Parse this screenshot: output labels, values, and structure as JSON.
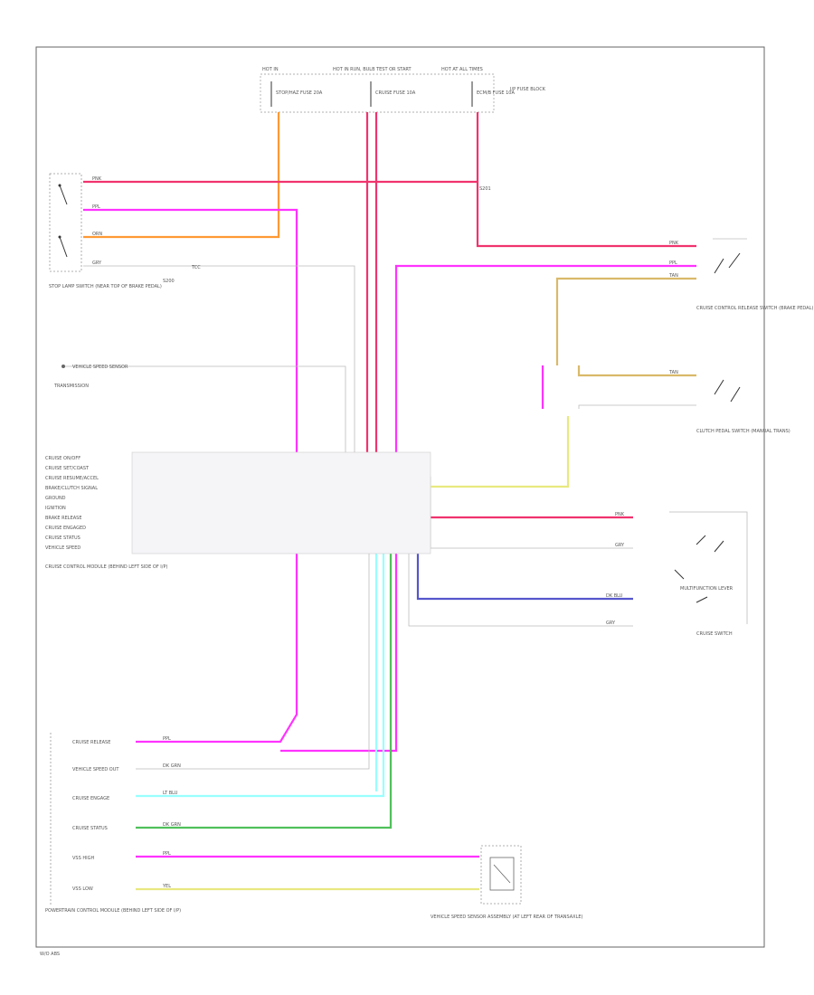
{
  "colors": {
    "red": "#f0336e",
    "pink": "#ff33ff",
    "orange": "#ff9933",
    "tan": "#d9b96a",
    "green": "#4fc05a",
    "cyan": "#99ffff",
    "blue": "#5555cc",
    "gray": "#999999",
    "yellow": "#e8e880",
    "frame": "#666666"
  },
  "labels": {
    "fuse_hdr": "HOT IN",
    "fuse_a_hdr": "HOT IN RUN, BULB TEST OR START",
    "fuse_b_hdr": "HOT AT ALL TIMES",
    "fuse_1": "STOP/HAZ FUSE 20A",
    "fuse_2": "CRUISE FUSE 10A",
    "fuse_3": "ECM/B FUSE 10A",
    "fuse_box": "I/P FUSE BLOCK",
    "stoplamp_switch": "STOP LAMP SWITCH (NEAR TOP OF BRAKE PEDAL)",
    "splice_1": "S200",
    "tcc_label": "TCC",
    "splice_label": "S201",
    "vss_label": "VEHICLE SPEED SENSOR",
    "vss_note": "TRANSMISSION",
    "module_label": "CRUISE CONTROL MODULE (BEHIND LEFT SIDE OF I/P)",
    "release_switch": "CRUISE CONTROL RELEASE SWITCH (BRAKE PEDAL)",
    "clutch_switch": "CLUTCH PEDAL SWITCH (MANUAL TRANS)",
    "cruise_switch": "CRUISE SWITCH",
    "multi_note": "MULTIFUNCTION LEVER",
    "ptm_label": "POWERTRAIN CONTROL MODULE (BEHIND LEFT SIDE OF I/P)",
    "servo_label": "VEHICLE SPEED SENSOR ASSEMBLY (AT LEFT REAR OF TRANSAXLE)",
    "footer": "W/O ABS"
  },
  "module_pins": [
    "CRUISE ON/OFF",
    "CRUISE SET/COAST",
    "CRUISE RESUME/ACCEL",
    "BRAKE/CLUTCH SIGNAL",
    "GROUND",
    "IGNITION",
    "BRAKE RELEASE",
    "CRUISE ENGAGED",
    "CRUISE STATUS",
    "VEHICLE SPEED"
  ],
  "pcm_pins": [
    "CRUISE RELEASE",
    "VEHICLE SPEED OUT",
    "CRUISE ENGAGE",
    "CRUISE STATUS",
    "VSS HIGH",
    "VSS LOW"
  ]
}
